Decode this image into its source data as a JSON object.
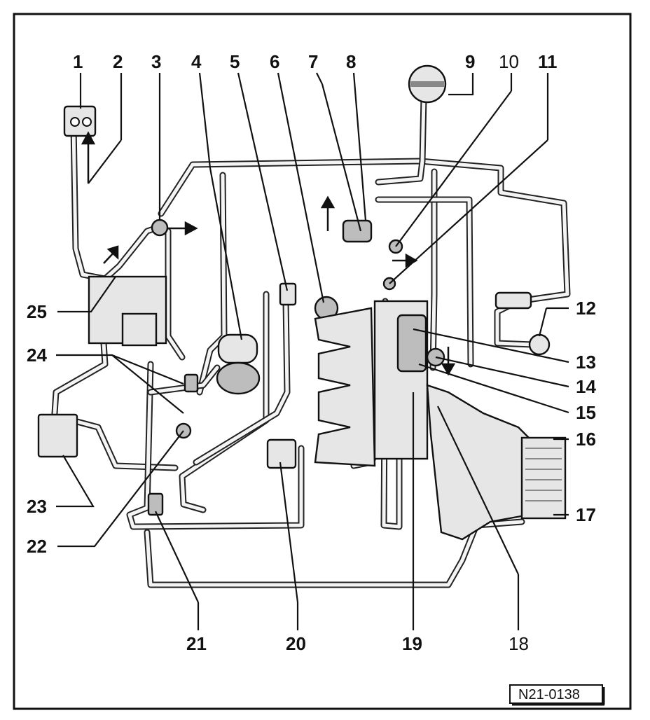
{
  "callouts": {
    "c1": "1",
    "c2": "2",
    "c3": "3",
    "c4": "4",
    "c5": "5",
    "c6": "6",
    "c7": "7",
    "c8": "8",
    "c9": "9",
    "c10": "10",
    "c11": "11",
    "c12": "12",
    "c13": "13",
    "c14": "14",
    "c15": "15",
    "c16": "16",
    "c17": "17",
    "c18": "18",
    "c19": "19",
    "c20": "20",
    "c21": "21",
    "c22": "22",
    "c23": "23",
    "c24": "24",
    "c25": "25"
  },
  "figure_reference": "N21-0138",
  "colors": {
    "line": "#111111",
    "hose_fill": "#f4f4f4",
    "part_fill": "#e6e6e6",
    "background": "#ffffff"
  }
}
